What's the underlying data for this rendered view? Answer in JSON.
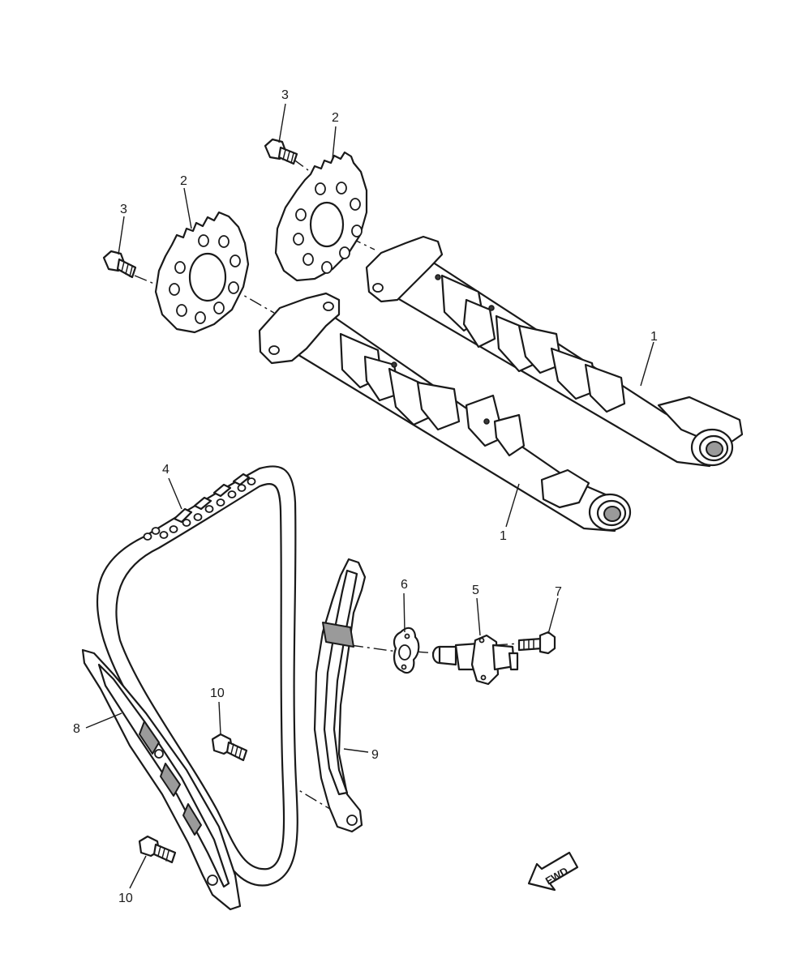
{
  "callouts": {
    "camshaft_rear": "1",
    "camshaft_front": "1",
    "sprocket_rear": "2",
    "sprocket_front": "2",
    "bolt_rear": "3",
    "bolt_front": "3",
    "timing_chain": "4",
    "tensioner": "5",
    "gasket": "6",
    "tensioner_bolt": "7",
    "guide_exhaust": "8",
    "guide_intake": "9",
    "guide_bolt_upper": "10",
    "guide_bolt_lower": "10"
  },
  "fwd_arrow": {
    "label": "FWD",
    "icon": "fwd-arrow-icon"
  }
}
